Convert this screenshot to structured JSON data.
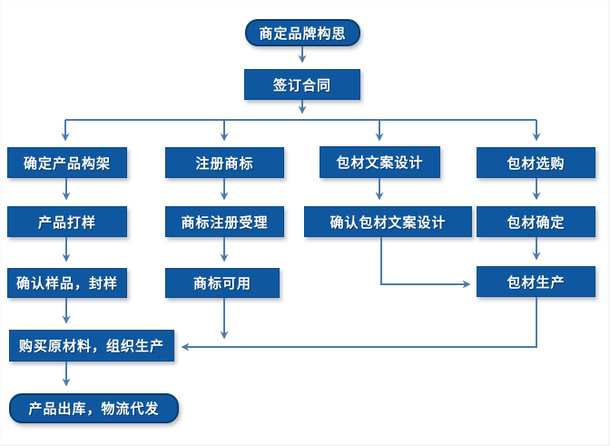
{
  "flowchart": {
    "description": "brand-product-launch-flowchart",
    "colors": {
      "box_fill": "#0f58a0",
      "box_border": "#0b4a8c",
      "stadium_border": "#0a3a70",
      "arrow": "#4d7aab",
      "text": "#ffffff",
      "background": "#ffffff"
    },
    "nodes": [
      {
        "id": "start",
        "label": "商定品牌构思",
        "shape": "stadium"
      },
      {
        "id": "sign-contract",
        "label": "签订合同",
        "shape": "rect"
      },
      {
        "id": "product-frame",
        "label": "确定产品构架",
        "shape": "rect"
      },
      {
        "id": "trademark-reg",
        "label": "注册商标",
        "shape": "rect"
      },
      {
        "id": "package-copy",
        "label": "包材文案设计",
        "shape": "rect"
      },
      {
        "id": "package-buy",
        "label": "包材选购",
        "shape": "rect"
      },
      {
        "id": "product-sample",
        "label": "产品打样",
        "shape": "rect"
      },
      {
        "id": "trademark-accept",
        "label": "商标注册受理",
        "shape": "rect"
      },
      {
        "id": "package-confirm",
        "label": "确认包材文案设计",
        "shape": "rect"
      },
      {
        "id": "package-decide",
        "label": "包材确定",
        "shape": "rect"
      },
      {
        "id": "sample-seal",
        "label": "确认样品，封样",
        "shape": "rect"
      },
      {
        "id": "trademark-ok",
        "label": "商标可用",
        "shape": "rect"
      },
      {
        "id": "package-produce",
        "label": "包材生产",
        "shape": "rect"
      },
      {
        "id": "buy-materials",
        "label": "购买原材料，组织生产",
        "shape": "rect"
      },
      {
        "id": "ship-out",
        "label": "产品出库，物流代发",
        "shape": "stadium"
      }
    ],
    "edges": [
      {
        "from": "start",
        "to": "sign-contract"
      },
      {
        "from": "sign-contract",
        "to": "product-frame"
      },
      {
        "from": "sign-contract",
        "to": "trademark-reg"
      },
      {
        "from": "sign-contract",
        "to": "package-copy"
      },
      {
        "from": "sign-contract",
        "to": "package-buy"
      },
      {
        "from": "product-frame",
        "to": "product-sample"
      },
      {
        "from": "product-sample",
        "to": "sample-seal"
      },
      {
        "from": "sample-seal",
        "to": "buy-materials"
      },
      {
        "from": "trademark-reg",
        "to": "trademark-accept"
      },
      {
        "from": "trademark-accept",
        "to": "trademark-ok"
      },
      {
        "from": "trademark-ok",
        "to": "buy-materials"
      },
      {
        "from": "package-copy",
        "to": "package-confirm"
      },
      {
        "from": "package-confirm",
        "to": "package-produce"
      },
      {
        "from": "package-buy",
        "to": "package-decide"
      },
      {
        "from": "package-decide",
        "to": "package-produce"
      },
      {
        "from": "package-produce",
        "to": "buy-materials"
      },
      {
        "from": "buy-materials",
        "to": "ship-out"
      }
    ]
  }
}
